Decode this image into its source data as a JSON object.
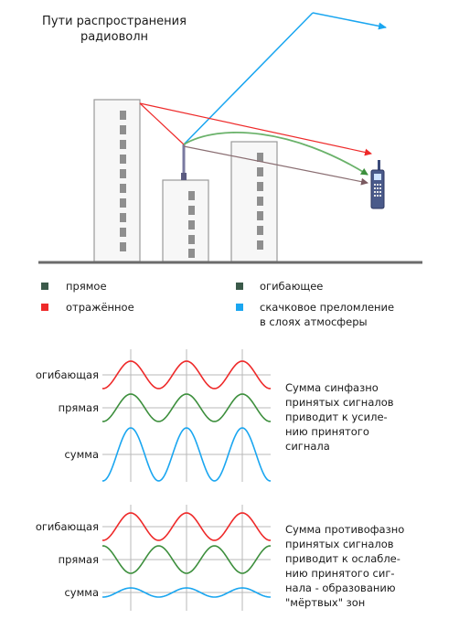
{
  "title": {
    "line1": "Пути распространения",
    "line2": "радиоволн"
  },
  "legend": [
    {
      "label": "прямое",
      "color": "#3b5a4a"
    },
    {
      "label": "огибающее",
      "color": "#3b5a4a"
    },
    {
      "label": "отражённое",
      "color": "#ee2a2a"
    },
    {
      "label_line1": "скачковое преломление",
      "label_line2": "в слоях атмосферы",
      "color": "#1aa6f0"
    }
  ],
  "colors": {
    "building_fill": "#f7f7f7",
    "building_stroke": "#9a9a9a",
    "window": "#8f8f8f",
    "direct": "#8a6e72",
    "reflected": "#ee2a2a",
    "enveloping": "#6ab26a",
    "sky": "#1aa6f0",
    "ground": "#6b6b6b",
    "wave_top": "#ee2a2a",
    "wave_mid": "#3d8f3d",
    "wave_sum": "#1aa6f0",
    "axis": "#b8b8b8",
    "phone": "#4a5a8a"
  },
  "inphase": {
    "labels": [
      "огибающая",
      "прямая",
      "сумма"
    ],
    "note": [
      "Сумма синфазно",
      "принятых сигналов",
      "приводит к усиле-",
      "нию принятого",
      "сигнала"
    ]
  },
  "antiphase": {
    "labels": [
      "огибающая",
      "прямая",
      "сумма"
    ],
    "note": [
      "Сумма противофазно",
      "принятых сигналов",
      "приводит к ослабле-",
      "нию принятого сиг-",
      "нала - образованию",
      "\"мёртвых\" зон"
    ]
  }
}
